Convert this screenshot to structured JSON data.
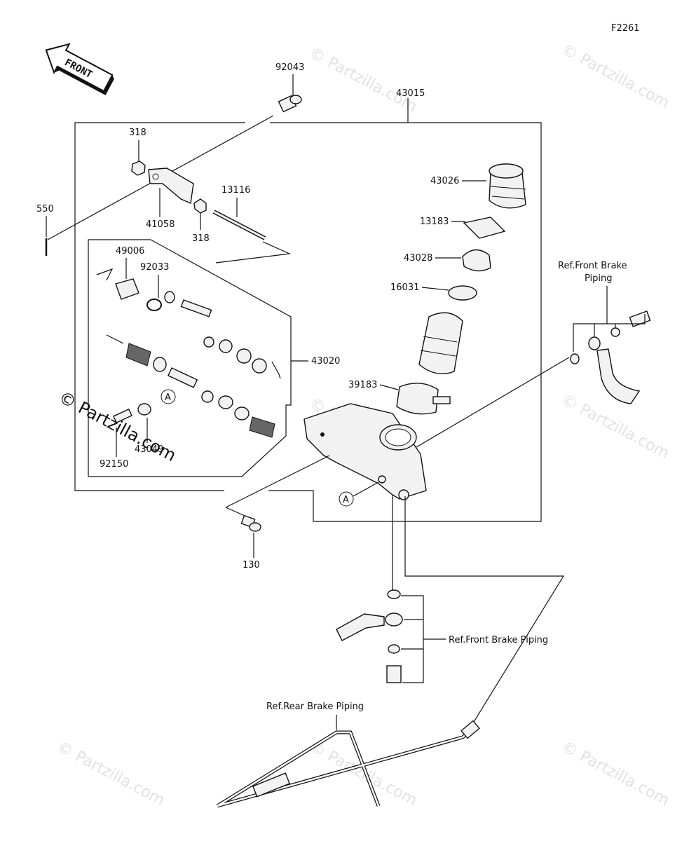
{
  "figure_code": "F2261",
  "front_arrow": "FRONT",
  "watermark": "© Partzilla.com",
  "callout_a": "A",
  "parts": {
    "p92043": "92043",
    "p43015": "43015",
    "p318a": "318",
    "p318b": "318",
    "p550": "550",
    "p41058": "41058",
    "p13116": "13116",
    "p49006": "49006",
    "p92033": "92033",
    "p43020": "43020",
    "p43026": "43026",
    "p13183": "13183",
    "p43028": "43028",
    "p16031": "16031",
    "p39183": "39183",
    "p92150": "92150",
    "p43049": "43049",
    "p130": "130"
  },
  "refs": {
    "front_brake_piping_top_line1": "Ref.Front Brake",
    "front_brake_piping_top_line2": "Piping",
    "front_brake_piping_mid": "Ref.Front Brake Piping",
    "rear_brake_piping": "Ref.Rear Brake Piping"
  }
}
